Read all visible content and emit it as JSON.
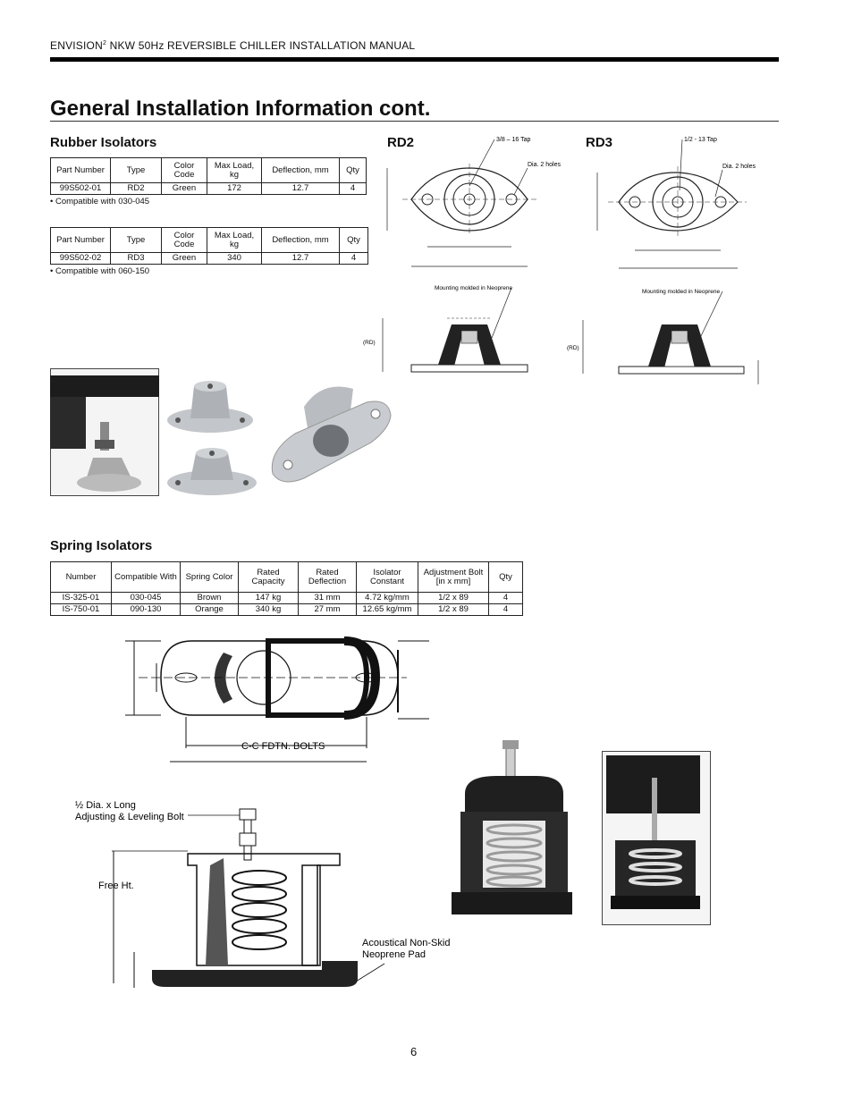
{
  "header": {
    "brand": "ENVISION",
    "sup": "2",
    "rest": " NKW 50Hz REVERSIBLE CHILLER INSTALLATION MANUAL"
  },
  "title": "General Installation Information cont.",
  "rubber": {
    "heading": "Rubber Isolators",
    "table1": {
      "headers": [
        "Part Number",
        "Type",
        "Color Code",
        "Max Load, kg",
        "Deflection, mm",
        "Qty"
      ],
      "row": [
        "99S502-01",
        "RD2",
        "Green",
        "172",
        "12.7",
        "4"
      ],
      "note": "• Compatible with 030-045"
    },
    "table2": {
      "headers": [
        "Part Number",
        "Type",
        "Color Code",
        "Max Load, kg",
        "Deflection, mm",
        "Qty"
      ],
      "row": [
        "99S502-02",
        "RD3",
        "Green",
        "340",
        "12.7",
        "4"
      ],
      "note": "• Compatible with 060-150"
    }
  },
  "rd2": {
    "label": "RD2",
    "tap": "3/8 – 16 Tap",
    "holes": "Dia. 2 holes",
    "molded": "Mounting molded in Neoprene",
    "rd": "(RD)"
  },
  "rd3": {
    "label": "RD3",
    "tap": "1/2 - 13 Tap",
    "holes": "Dia. 2 holes",
    "molded": "Mounting molded in Neoprene",
    "rd": "(RD)"
  },
  "spring": {
    "heading": "Spring Isolators",
    "headers": [
      "Number",
      "Compatible With",
      "Spring Color",
      "Rated Capacity",
      "Rated Deflection",
      "Isolator Constant",
      "Adjustment Bolt [in x mm]",
      "Qty"
    ],
    "rows": [
      [
        "IS-325-01",
        "030-045",
        "Brown",
        "147 kg",
        "31 mm",
        "4.72 kg/mm",
        "1/2 x 89",
        "4"
      ],
      [
        "IS-750-01",
        "090-130",
        "Orange",
        "340 kg",
        "27 mm",
        "12.65 kg/mm",
        "1/2 x 89",
        "4"
      ]
    ]
  },
  "diagram": {
    "cc_bolts": "C-C FDTN. BOLTS",
    "bolt_line1": "½ Dia. x        Long",
    "bolt_line2": "Adjusting & Leveling Bolt",
    "free_ht": "Free Ht.",
    "pad_line1": "Acoustical Non-Skid",
    "pad_line2": "Neoprene Pad"
  },
  "page_number": "6"
}
